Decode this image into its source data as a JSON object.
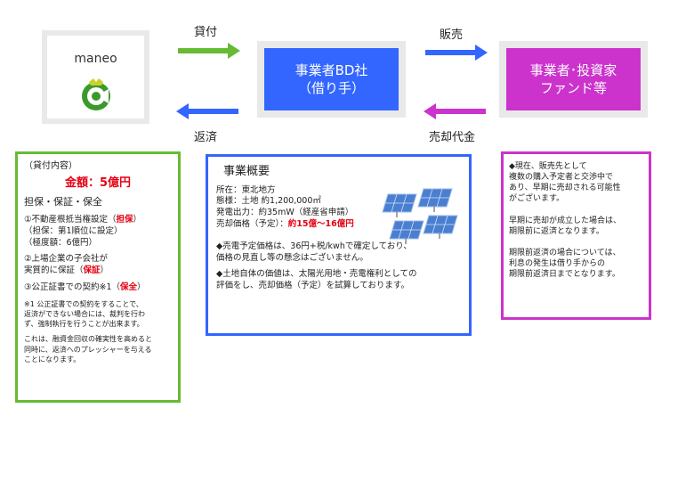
{
  "maneo": {
    "name": "maneo"
  },
  "company": {
    "line1": "事業者BD社",
    "line2": "（借り手）",
    "color": "#3366ff"
  },
  "investor": {
    "line1": "事業者･投資家",
    "line2": "ファンド等",
    "color": "#cc33cc"
  },
  "arrows": {
    "lend": "貸付",
    "repay": "返済",
    "sell": "販売",
    "proceeds": "売却代金"
  },
  "colors": {
    "green": "#66bb33",
    "blue": "#3366ff",
    "purple": "#cc33cc"
  },
  "loan": {
    "heading": "（貸付内容）",
    "amount_label": "金額：",
    "amount_value": "5億円",
    "guarantee": "担保・保証・保全",
    "item1_a": "①不動産根抵当権設定（",
    "item1_tag": "担保",
    "item1_b": "）",
    "item1_sub1": "（担保：第1順位に設定）",
    "item1_sub2": "（極度額：6億円）",
    "item2_line1": "②上場企業の子会社が",
    "item2_a": "実質的に保証（",
    "item2_tag": "保証",
    "item2_b": "）",
    "item3_a": "③公正証書での契約※1（",
    "item3_tag": "保全",
    "item3_b": "）",
    "note1_1": "※1 公正証書での契約をすることで、",
    "note1_2": "返済ができない場合には、裁判を行わ",
    "note1_3": "ず、強制執行を行うことが出来ます。",
    "note2_1": "これは、融資金回収の確実性を高めると",
    "note2_2": "同時に、返済へのプレッシャーを与える",
    "note2_3": "ことになります。"
  },
  "business": {
    "heading": "事業概要",
    "location": "所在：東北地方",
    "land": "態様：土地 約1,200,000㎡",
    "output": "発電出力：約35mW（経産省申請）",
    "price_label": "売却価格（予定）：",
    "price_value": "約15億〜16億円",
    "para1_1": "◆売電予定価格は、36円+税/kwhで確定しており、",
    "para1_2": "価格の見直し等の懸念はございません。",
    "para2_1": "◆土地自体の価値は、太陽光用地・売電権利としての",
    "para2_2": "評価をし、売却価格（予定）を試算しております。"
  },
  "sales": {
    "l1": "◆現在、販売先として",
    "l2": "複数の購入予定者と交渉中で",
    "l3": "あり、早期に売却される可能性",
    "l4": "がございます。",
    "l5": "早期に売却が成立した場合は、",
    "l6": "期限前に返済となります。",
    "l7": "期限前返済の場合については、",
    "l8": "利息の発生は借り手からの",
    "l9": "期限前返済日までとなります。"
  }
}
